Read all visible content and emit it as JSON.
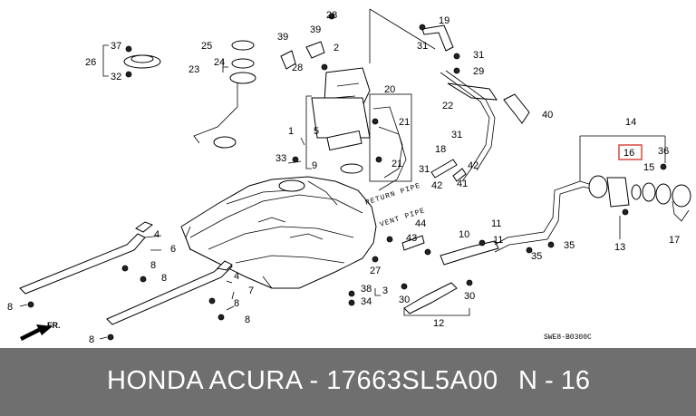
{
  "callouts": [
    "1",
    "2",
    "3",
    "4",
    "5",
    "6",
    "7",
    "8",
    "9",
    "10",
    "11",
    "12",
    "13",
    "14",
    "15",
    "16",
    "17",
    "18",
    "19",
    "20",
    "21",
    "22",
    "23",
    "24",
    "25",
    "26",
    "27",
    "28",
    "29",
    "30",
    "31",
    "32",
    "33",
    "34",
    "35",
    "36",
    "37",
    "38",
    "39",
    "40",
    "41",
    "42",
    "43",
    "44"
  ],
  "highlight": {
    "label": "16",
    "color": "#d9534f"
  },
  "pipe_labels": {
    "return": "RETURN PIPE",
    "vent": "VENT PIPE"
  },
  "front_label": "FR.",
  "diagram_code": "SWE8-B0300C",
  "caption": {
    "part": "HONDA ACURA - 17663SL5A00",
    "ref": "N - 16"
  }
}
